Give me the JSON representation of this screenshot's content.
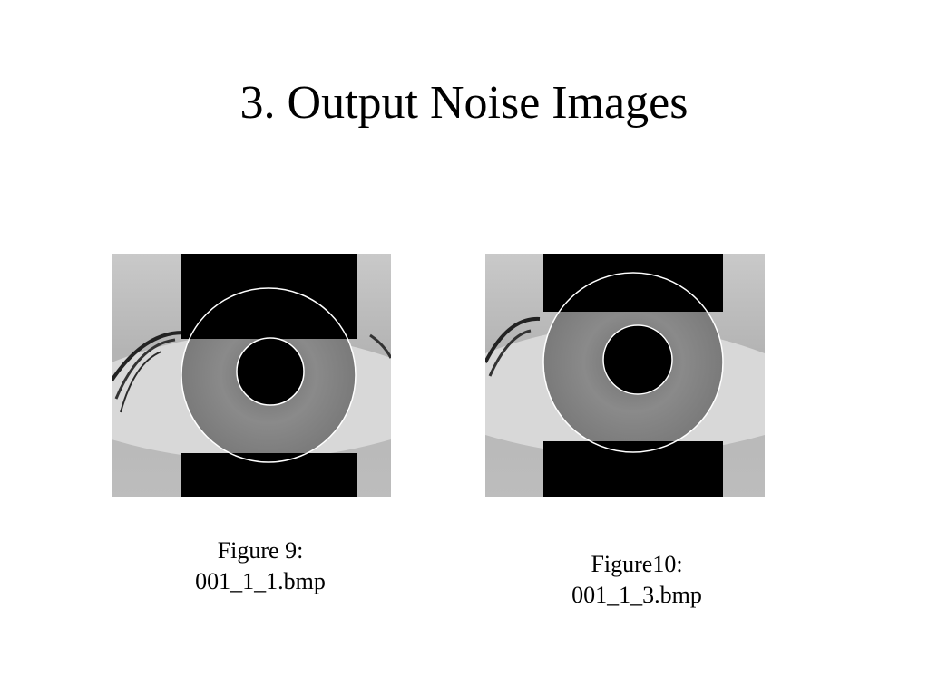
{
  "slide": {
    "title": "3. Output Noise Images"
  },
  "figures": [
    {
      "image_icon": "eye-iris-noise-mask-image",
      "caption_line1": "Figure 9:",
      "caption_line2": "001_1_1.bmp"
    },
    {
      "image_icon": "eye-iris-noise-mask-image",
      "caption_line1": "Figure10:",
      "caption_line2": "001_1_3.bmp"
    }
  ],
  "colors": {
    "background": "#ffffff",
    "text": "#000000",
    "mask": "#000000",
    "boundary": "#ffffff"
  }
}
